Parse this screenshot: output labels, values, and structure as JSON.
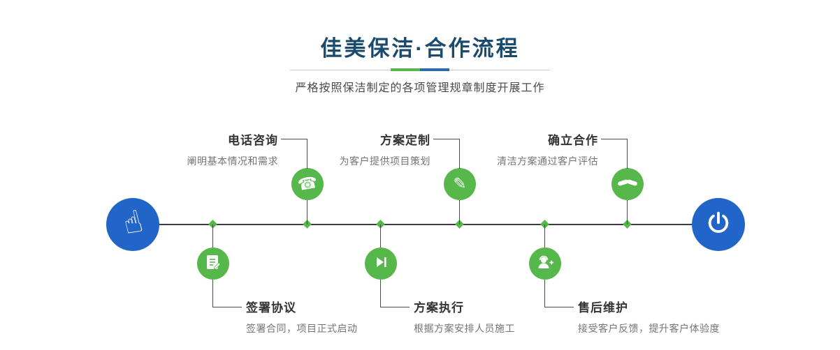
{
  "header": {
    "title": "佳美保洁·合作流程",
    "subtitle": "严格按照保洁制定的各项管理规章制度开展工作"
  },
  "flow": {
    "start": {
      "icon": "pointing-hand-icon",
      "glyph": "☝"
    },
    "end": {
      "icon": "power-icon"
    },
    "top_steps": [
      {
        "label": "电话咨询",
        "desc": "阐明基本情况和需求",
        "icon": "phone-icon",
        "glyph": "☎"
      },
      {
        "label": "方案定制",
        "desc": "为客户提供项目策划",
        "icon": "pencil-icon",
        "glyph": "✎"
      },
      {
        "label": "确立合作",
        "desc": "清洁方案通过客户评估",
        "icon": "handshake-icon"
      }
    ],
    "bottom_steps": [
      {
        "label": "签署协议",
        "desc": "签署合同，项目正式启动",
        "icon": "contract-icon"
      },
      {
        "label": "方案执行",
        "desc": "根据方案安排人员施工",
        "icon": "play-icon"
      },
      {
        "label": "售后维护",
        "desc": "接受客户反馈，提升客户体验度",
        "icon": "headset-icon"
      }
    ]
  },
  "colors": {
    "green": "#56b84b",
    "blue": "#2265c8",
    "divider_green": "#56b84b",
    "divider_blue": "#2e6da4",
    "title_navy": "#1a4a6e"
  }
}
